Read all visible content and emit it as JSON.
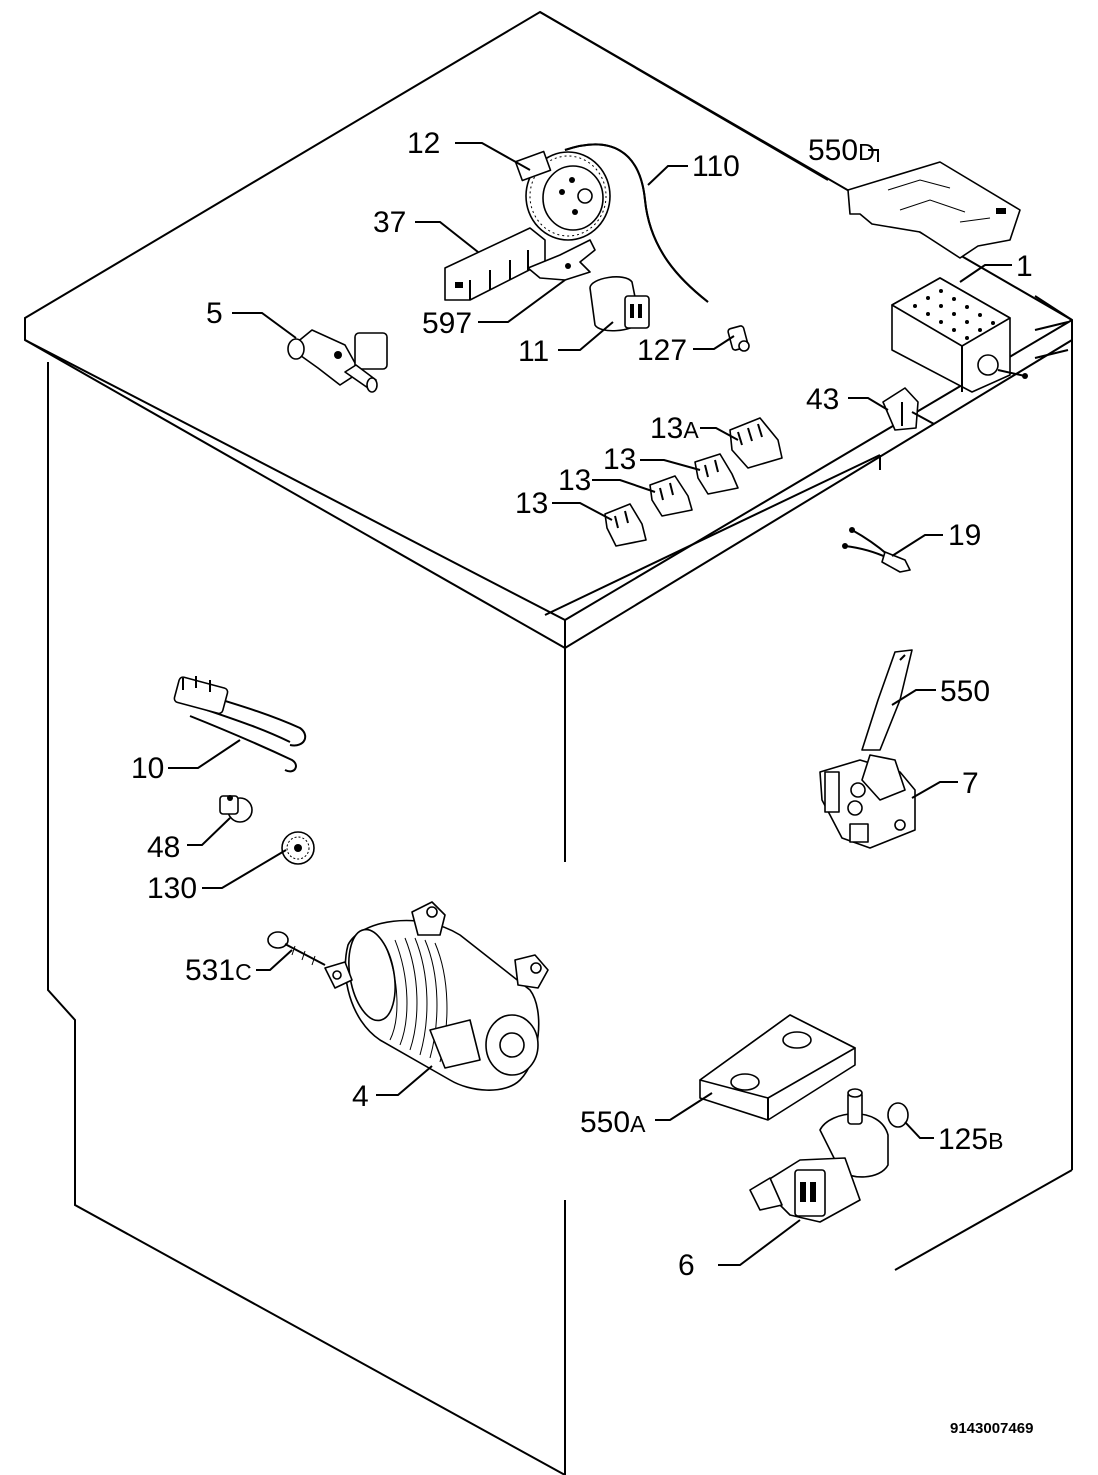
{
  "diagram": {
    "drawing_number": "9143007469",
    "callouts": [
      {
        "id": "c12",
        "num": "12",
        "suffix": ""
      },
      {
        "id": "c110",
        "num": "110",
        "suffix": ""
      },
      {
        "id": "c550d",
        "num": "550",
        "suffix": "D"
      },
      {
        "id": "c37",
        "num": "37",
        "suffix": ""
      },
      {
        "id": "c1",
        "num": "1",
        "suffix": ""
      },
      {
        "id": "c5",
        "num": "5",
        "suffix": ""
      },
      {
        "id": "c597",
        "num": "597",
        "suffix": ""
      },
      {
        "id": "c11",
        "num": "11",
        "suffix": ""
      },
      {
        "id": "c127",
        "num": "127",
        "suffix": ""
      },
      {
        "id": "c43",
        "num": "43",
        "suffix": ""
      },
      {
        "id": "c13a",
        "num": "13",
        "suffix": "A"
      },
      {
        "id": "c13_1",
        "num": "13",
        "suffix": ""
      },
      {
        "id": "c13_2",
        "num": "13",
        "suffix": ""
      },
      {
        "id": "c13_3",
        "num": "13",
        "suffix": ""
      },
      {
        "id": "c19",
        "num": "19",
        "suffix": ""
      },
      {
        "id": "c550",
        "num": "550",
        "suffix": ""
      },
      {
        "id": "c10",
        "num": "10",
        "suffix": ""
      },
      {
        "id": "c7",
        "num": "7",
        "suffix": ""
      },
      {
        "id": "c48",
        "num": "48",
        "suffix": ""
      },
      {
        "id": "c130",
        "num": "130",
        "suffix": ""
      },
      {
        "id": "c531c",
        "num": "531",
        "suffix": "C"
      },
      {
        "id": "c4",
        "num": "4",
        "suffix": ""
      },
      {
        "id": "c550a",
        "num": "550",
        "suffix": "A"
      },
      {
        "id": "c125b",
        "num": "125",
        "suffix": "B"
      },
      {
        "id": "c6",
        "num": "6",
        "suffix": ""
      }
    ]
  }
}
